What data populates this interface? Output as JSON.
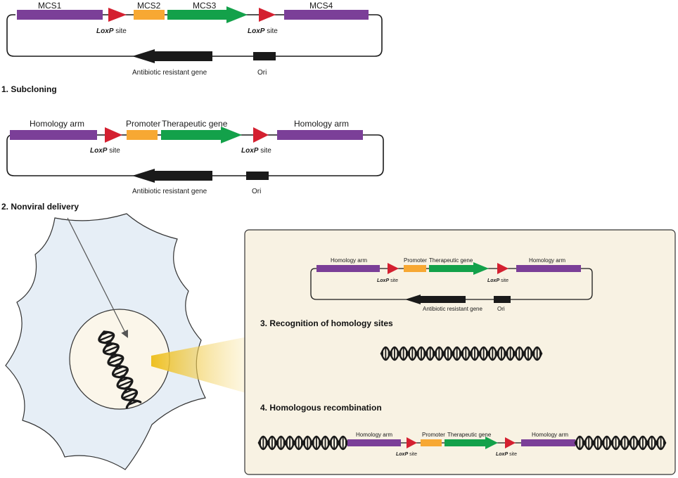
{
  "colors": {
    "purple": "#7b3f98",
    "orange": "#f7a833",
    "green": "#13a14a",
    "red": "#d42030",
    "black": "#1a1a1a",
    "cell": "#e6eef6",
    "nucleus": "#fbf6ea",
    "panel": "#f8f2e3",
    "beam": "#f4c020"
  },
  "plasmid1": {
    "mcs1": "MCS1",
    "mcs2": "MCS2",
    "mcs3": "MCS3",
    "mcs4": "MCS4",
    "loxp_italic": "LoxP",
    "loxp_rest": " site",
    "antibiotic": "Antibiotic resistant gene",
    "ori": "Ori"
  },
  "plasmid2": {
    "homology_arm": "Homology arm",
    "promoter": "Promoter",
    "therapeutic": "Therapeutic gene",
    "loxp_italic": "LoxP",
    "loxp_rest": " site",
    "antibiotic": "Antibiotic resistant gene",
    "ori": "Ori"
  },
  "steps": {
    "s1": "1. Subcloning",
    "s2": "2. Nonviral delivery",
    "s3": "3. Recognition of homology sites",
    "s4": "4. Homologous recombination"
  },
  "icons": [
    "loxp-triangle-icon",
    "dna-helix-icon",
    "gene-arrow-icon"
  ]
}
